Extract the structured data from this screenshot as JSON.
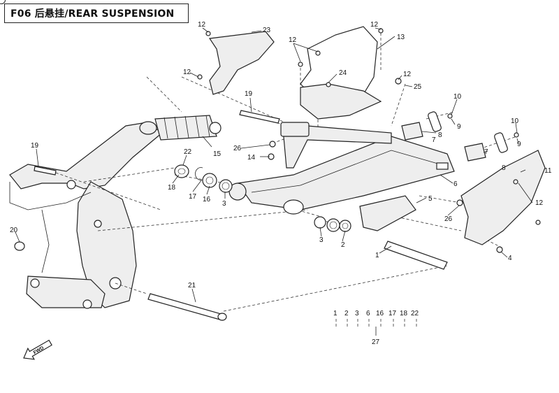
{
  "title": "F06 后悬挂/REAR SUSPENSION",
  "fwd_label": "FWD",
  "callouts": [
    "1",
    "2",
    "3",
    "4",
    "5",
    "6",
    "7",
    "8",
    "9",
    "10",
    "11",
    "12",
    "13",
    "14",
    "15",
    "16",
    "17",
    "18",
    "19",
    "20",
    "21",
    "22",
    "23",
    "24",
    "25",
    "26",
    "27"
  ],
  "kit_group": {
    "members": [
      "1",
      "2",
      "3",
      "6",
      "16",
      "17",
      "18",
      "22"
    ],
    "total": "27"
  },
  "colors": {
    "line": "#222222",
    "background": "#ffffff"
  }
}
